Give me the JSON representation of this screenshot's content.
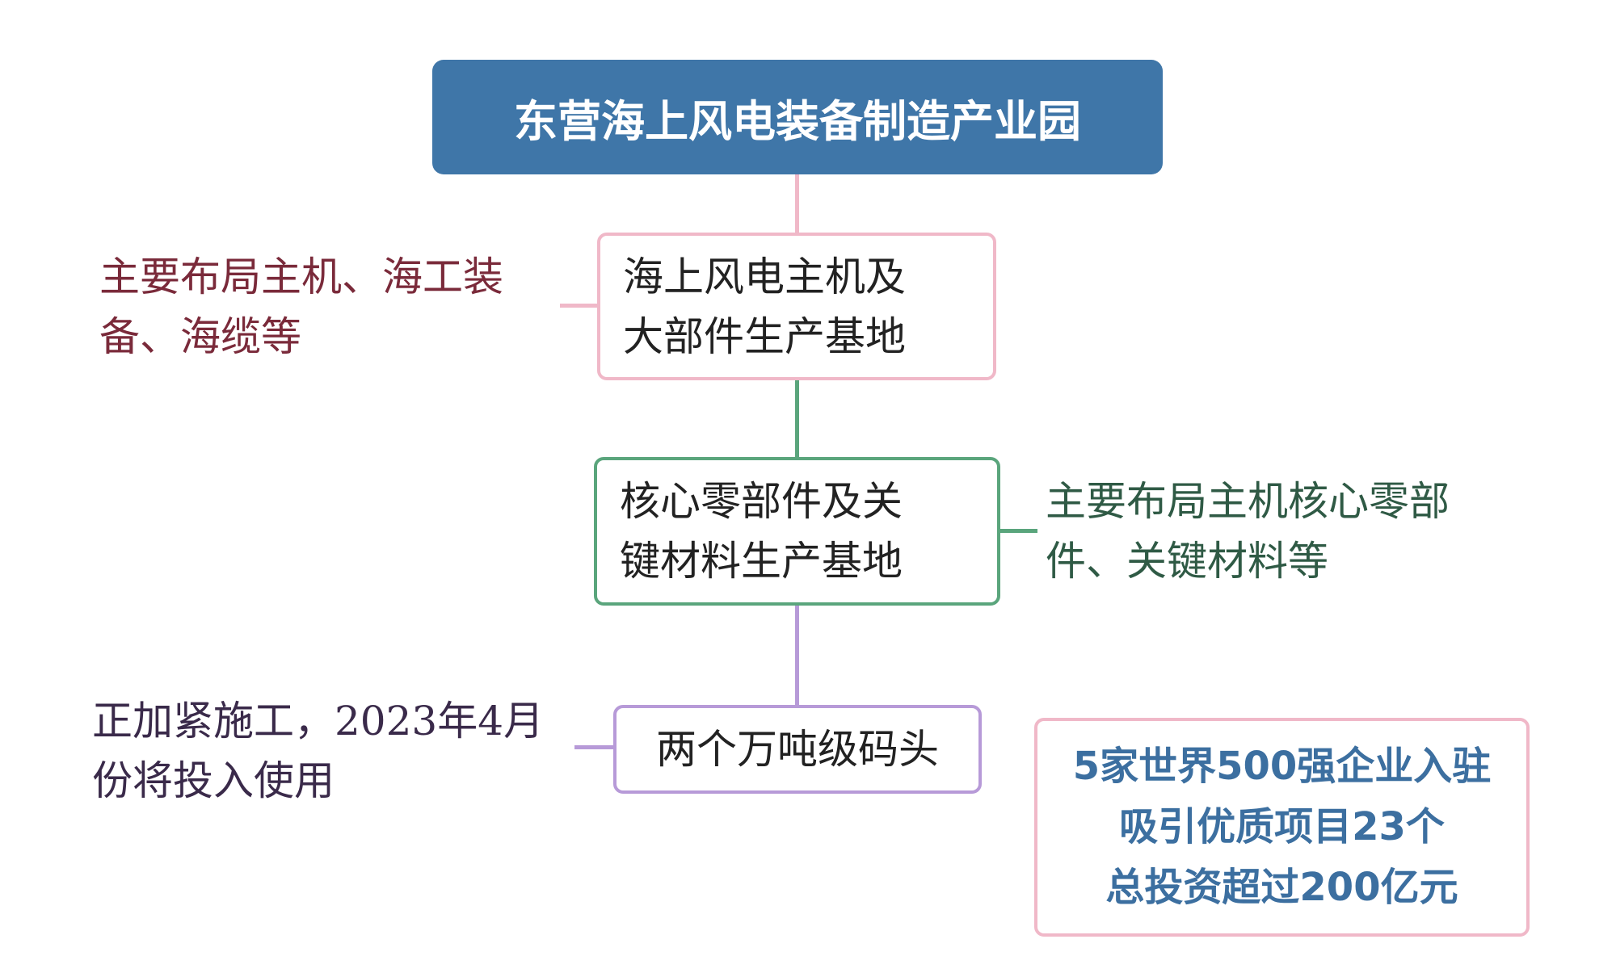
{
  "title": "东营海上风电装备制造产业园",
  "nodes": [
    {
      "label_lines": [
        "海上风电主机及",
        "大部件生产基地"
      ],
      "note_lines": [
        "主要布局主机、海工装",
        "备、海缆等"
      ],
      "color": "#f0b8c8"
    },
    {
      "label_lines": [
        "核心零部件及关",
        "键材料生产基地"
      ],
      "note_lines": [
        "主要布局主机核心零部",
        "件、关键材料等"
      ],
      "color": "#5aa57c"
    },
    {
      "label_lines": [
        "两个万吨级码头"
      ],
      "note_lines": [
        "正加紧施工，2023年4月",
        "份将投入使用"
      ],
      "color": "#b79ad8"
    }
  ],
  "summary_lines": [
    "5家世界500强企业入驻",
    "吸引优质项目23个",
    "总投资超过200亿元"
  ],
  "colors": {
    "title_bg": "#3f76a8",
    "summary_text": "#3c6fa0"
  }
}
